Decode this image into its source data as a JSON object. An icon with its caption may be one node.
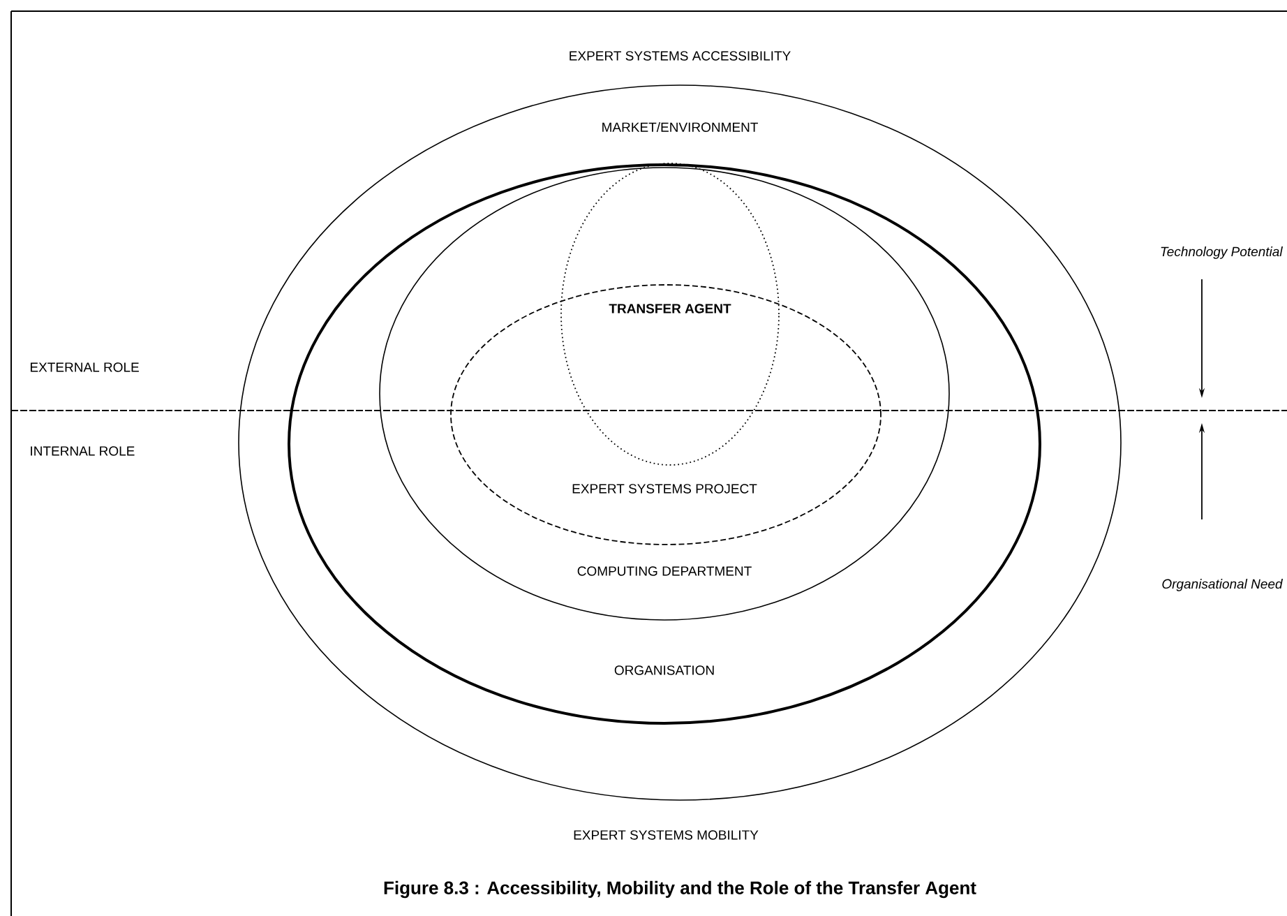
{
  "diagram": {
    "caption": "Figure 8.3 : Accessibility, Mobility and the Role of the Transfer Agent",
    "nodes": [
      {
        "text": [
          "MARKET/ENVIRONMENT"
        ]
      },
      {
        "text": [
          "ORGANISATION"
        ],
        "in": 0
      },
      {
        "text": [
          "COMPUTING DEPARTMENT"
        ],
        "in": 1
      },
      {
        "text": [
          "EXPERT SYSTEMS PROJECT"
        ],
        "in": 2
      },
      {
        "text": [
          "TRANSFER AGENT"
        ],
        "in": 2
      }
    ],
    "labels": [
      "EXPERT SYSTEMS ACCESSIBILITY",
      "EXTERNAL ROLE",
      "INTERNAL ROLE",
      "Technology Potential",
      "Organisational Need",
      "EXPERT SYSTEMS MOBILITY"
    ]
  }
}
